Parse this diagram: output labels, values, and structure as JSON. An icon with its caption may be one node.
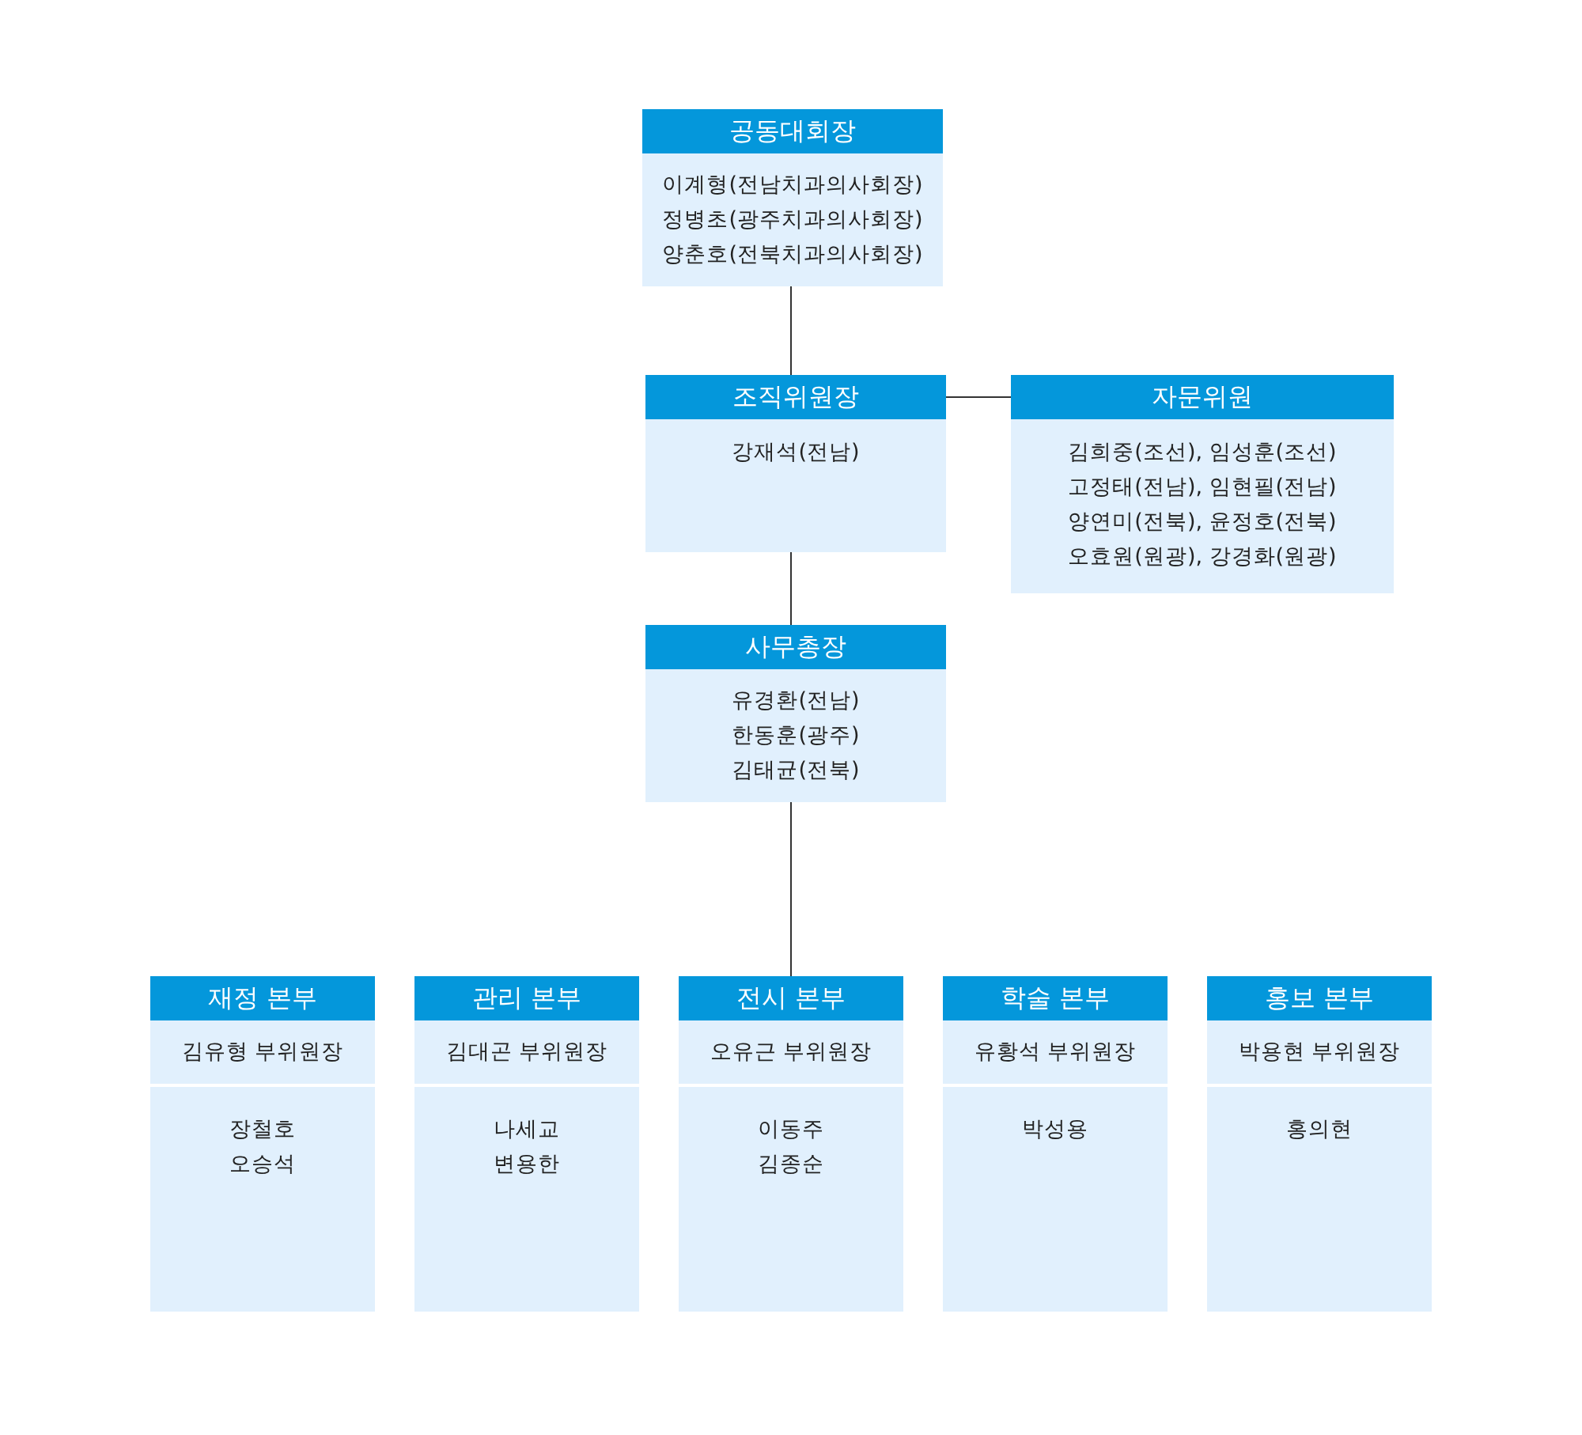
{
  "diagram": {
    "nodes": [
      {
        "text": [
          "공동대회장",
          "이계형(전남치과의사회장)",
          "정병초(광주치과의사회장)",
          "양춘호(전북치과의사회장)"
        ]
      },
      {
        "text": [
          "조직위원장",
          "강재석(전남)"
        ]
      },
      {
        "text": [
          "자문위원",
          "김희중(조선), 임성훈(조선)",
          "고정태(전남), 임현필(전남)",
          "양연미(전북), 윤정호(전북)",
          "오효원(원광), 강경화(원광)"
        ]
      },
      {
        "text": [
          "사무총장",
          "유경환(전남)",
          "한동훈(광주)",
          "김태균(전북)"
        ]
      },
      {
        "text": [
          "재정 본부",
          "김유형 부위원장",
          "장철호",
          "오승석"
        ]
      },
      {
        "text": [
          "관리 본부",
          "김대곤 부위원장",
          "나세교",
          "변용한"
        ]
      },
      {
        "text": [
          "전시 본부",
          "오유근 부위원장",
          "이동주",
          "김종순"
        ]
      },
      {
        "text": [
          "학술 본부",
          "유황석 부위원장",
          "박성용"
        ]
      },
      {
        "text": [
          "홍보 본부",
          "박용현 부위원장",
          "홍의현"
        ]
      }
    ],
    "edges": [
      {
        "from": 0,
        "to": 1,
        "arrow": "none"
      },
      {
        "from": 1,
        "to": 2,
        "arrow": "none"
      },
      {
        "from": 1,
        "to": 3,
        "arrow": "none"
      },
      {
        "from": 3,
        "to": 6,
        "arrow": "none"
      }
    ]
  }
}
